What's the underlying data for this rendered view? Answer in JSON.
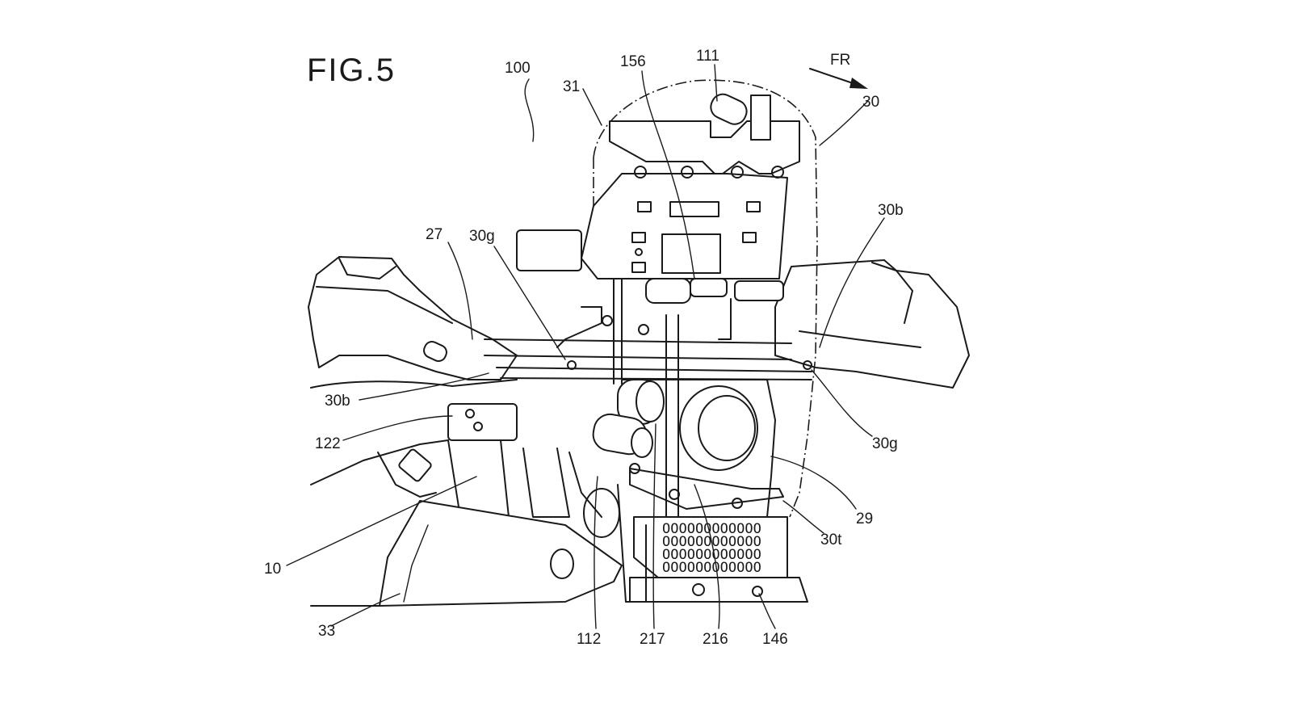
{
  "figure_title": "FIG.5",
  "direction_label": "FR",
  "labels": {
    "l100": "100",
    "l31": "31",
    "l156": "156",
    "l111": "111",
    "l30": "30",
    "l30b_right": "30b",
    "l27": "27",
    "l30g_left": "30g",
    "l30b_left": "30b",
    "l122": "122",
    "l30g_right": "30g",
    "l29": "29",
    "l30t": "30t",
    "l10": "10",
    "l33": "33",
    "l112": "112",
    "l217": "217",
    "l216": "216",
    "l146": "146"
  },
  "grille_rows": [
    "OOOOOOOOOOOO",
    "OOOOOOOOOOOO",
    "OOOOOOOOOOOO",
    "OOOOOOOOOOOO"
  ]
}
